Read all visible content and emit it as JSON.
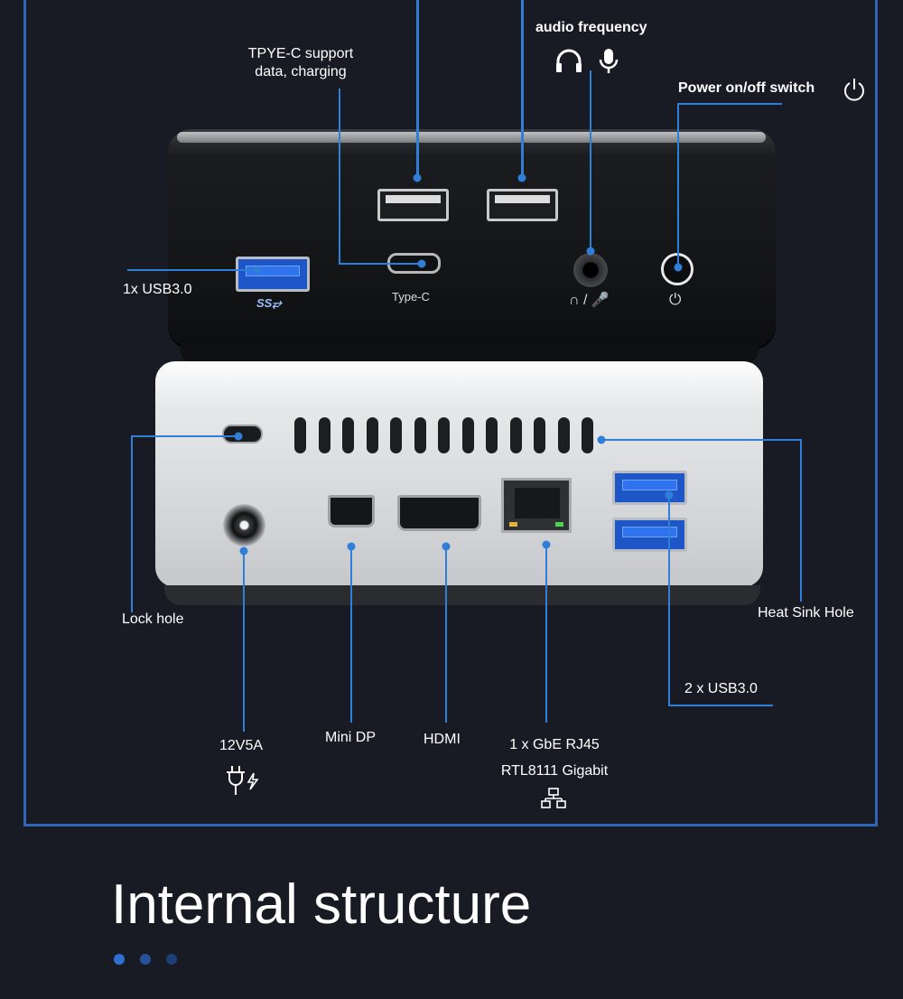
{
  "labels": {
    "audio_frequency": "audio frequency",
    "typec_support_line1": "TPYE-C support",
    "typec_support_line2": "data, charging",
    "power_switch": "Power on/off switch",
    "usb3_single": "1x USB3.0",
    "lock_hole": "Lock hole",
    "heat_sink_hole": "Heat Sink Hole",
    "usb3_double": "2 x USB3.0",
    "power_input": "12V5A",
    "mini_dp": "Mini DP",
    "hdmi": "HDMI",
    "lan_line1": "1 x GbE RJ45",
    "lan_line2": "RTL8111 Gigabit"
  },
  "device_print": {
    "typec": "Type-C",
    "ss_logo": "SS⥂",
    "audio_glyph": "∩ / 🎤",
    "power_glyph": "⏻"
  },
  "section": {
    "title": "Internal structure"
  },
  "pager": {
    "count": 3,
    "active": 0
  },
  "colors": {
    "accent": "#2f7fd8",
    "frame": "#2f66b9",
    "background": "#181b23"
  },
  "icons": [
    "headphones-icon",
    "microphone-icon",
    "power-icon",
    "power-plug-icon",
    "network-icon"
  ]
}
